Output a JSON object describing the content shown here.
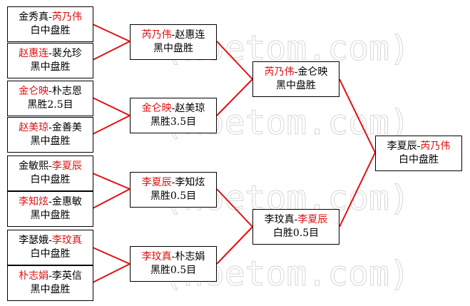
{
  "watermark": "(hoetom.com)",
  "colors": {
    "highlight": "#e01010",
    "line": "#e01010",
    "border": "#000000",
    "watermark": "#d7d7d7"
  },
  "round1": [
    {
      "a": "金秀真",
      "b": "芮乃伟",
      "winner": "b",
      "result": "白中盘胜"
    },
    {
      "a": "赵惠连",
      "b": "裴允珍",
      "winner": "a",
      "result": "黑中盘胜"
    },
    {
      "a": "金仑映",
      "b": "朴志恩",
      "winner": "a",
      "result": "黑胜2.5目"
    },
    {
      "a": "赵美琼",
      "b": "金善美",
      "winner": "a",
      "result": "黑中盘胜"
    },
    {
      "a": "金敏熙",
      "b": "李夏辰",
      "winner": "b",
      "result": "白中盘胜"
    },
    {
      "a": "李知炫",
      "b": "金惠敏",
      "winner": "a",
      "result": "黑中盘胜"
    },
    {
      "a": "李瑟娥",
      "b": "李玟真",
      "winner": "b",
      "result": "白中盘胜"
    },
    {
      "a": "朴志娟",
      "b": "李英信",
      "winner": "a",
      "result": "黑中盘胜"
    }
  ],
  "round2": [
    {
      "a": "芮乃伟",
      "b": "赵惠连",
      "winner": "a",
      "result": "黑中盘胜"
    },
    {
      "a": "金仑映",
      "b": "赵美琼",
      "winner": "a",
      "result": "黑胜3.5目"
    },
    {
      "a": "李夏辰",
      "b": "李知炫",
      "winner": "a",
      "result": "黑胜0.5目"
    },
    {
      "a": "李玟真",
      "b": "朴志娟",
      "winner": "a",
      "result": "黑胜0.5目"
    }
  ],
  "round3": [
    {
      "a": "芮乃伟",
      "b": "金仑映",
      "winner": "a",
      "result": "黑中盘胜"
    },
    {
      "a": "李玟真",
      "b": "李夏辰",
      "winner": "b",
      "result": "白胜0.5目"
    }
  ],
  "final": [
    {
      "a": "李夏辰",
      "b": "芮乃伟",
      "winner": "b",
      "result": "白中盘胜"
    }
  ]
}
